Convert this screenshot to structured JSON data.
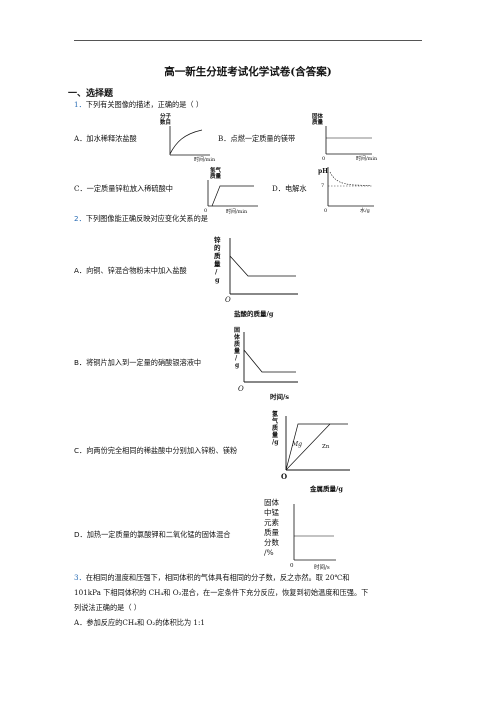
{
  "title": "高一新生分班考试化学试卷(含答案)",
  "section": "一、选择题",
  "q1": {
    "num": "1．",
    "stem": "下列有关图像的描述，正确的是（      ）",
    "A": {
      "text": "A．加水稀释浓盐酸",
      "ylabel": [
        "分子",
        "数目"
      ],
      "xlabel": "时间/min"
    },
    "B": {
      "text": "B．点燃一定质量的镁带",
      "ylabel": [
        "固体",
        "质量"
      ],
      "xlabel": "时间/min",
      "origin": "0"
    },
    "C": {
      "text": "C．一定质量锌粒放入稀硫酸中",
      "ylabel": [
        "氢气",
        "质量"
      ],
      "xlabel": "时间/min",
      "origin": "0"
    },
    "D": {
      "text": "D．电解水",
      "ylabel": "pH",
      "mark": "7",
      "xlabel": "水/g",
      "origin": "0"
    }
  },
  "q2": {
    "num": "2．",
    "stem": "下列图像能正确反映对应变化关系的是",
    "A": {
      "text": "A．向铜、锌混合物粉末中加入盐酸",
      "ylabel": [
        "锌",
        "的",
        "质",
        "量",
        "/",
        "g"
      ],
      "xlabel": "盐酸的质量/g",
      "origin": "O"
    },
    "B": {
      "text": "B．将铜片加入到一定量的硝酸银溶液中",
      "ylabel": [
        "固",
        "体",
        "质",
        "量",
        "/",
        "g"
      ],
      "xlabel": "时间/s",
      "origin": "O"
    },
    "C": {
      "text": "C．向两份完全相同的稀盐酸中分别加入锌粉、镁粉",
      "ylabel": [
        "氢",
        "气",
        "质",
        "量",
        "/g"
      ],
      "line1": "Mg",
      "line2": "Zn",
      "xlabel": "金属质量/g",
      "origin": "O"
    },
    "D": {
      "text": "D．加热一定质量的氯酸钾和二氧化锰的固体混合",
      "ylabel": [
        "固体",
        "中锰",
        "元素",
        "质量",
        "分数",
        "/%"
      ],
      "xlabel": "时间/s",
      "origin": "0"
    }
  },
  "q3": {
    "num": "3．",
    "line1": "在相同的温度和压强下，相同体积的气体具有相同的分子数，反之亦然。取 20℃和",
    "line2": "101kPa 下相同体积的 CH₄和 O₂混合，在一定条件下充分反应，恢复到初始温度和压强。下",
    "line3": "列说法正确的是（          ）",
    "A": "A．参加反应的CH₄和 O₂的体积比为 1:1"
  }
}
